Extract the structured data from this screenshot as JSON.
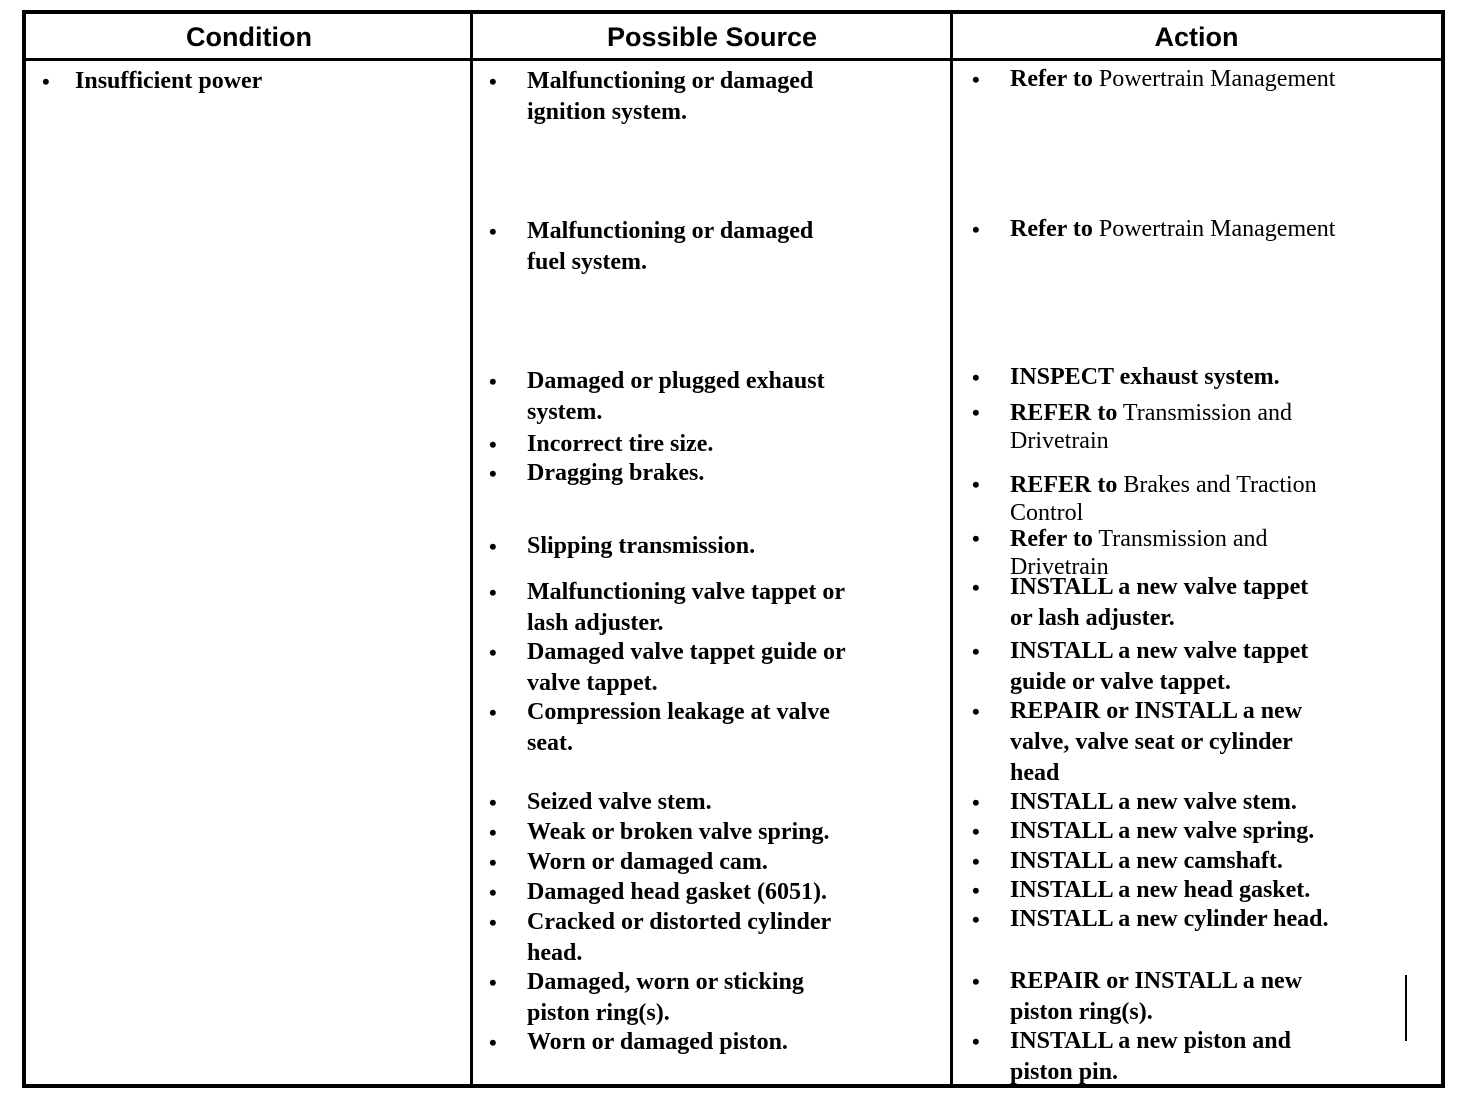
{
  "glyphs": {
    "bullet": "•"
  },
  "table": {
    "columns": {
      "condition": {
        "header": "Condition",
        "items": [
          {
            "bold": "Insufficient power",
            "rest": ""
          }
        ]
      },
      "source": {
        "header": "Possible Source",
        "items": [
          {
            "bold": "Malfunctioning or damaged\nignition system.",
            "rest": ""
          },
          {
            "bold": "Malfunctioning or damaged\nfuel system.",
            "rest": ""
          },
          {
            "bold": "Damaged or plugged exhaust\nsystem.",
            "rest": ""
          },
          {
            "bold": "Incorrect tire size.",
            "rest": ""
          },
          {
            "bold": "Dragging brakes.",
            "rest": ""
          },
          {
            "bold": "Slipping transmission.",
            "rest": ""
          },
          {
            "bold": "Malfunctioning valve tappet or\nlash adjuster.",
            "rest": ""
          },
          {
            "bold": "Damaged valve tappet guide or\nvalve tappet.",
            "rest": ""
          },
          {
            "bold": "Compression leakage at valve\nseat.",
            "rest": ""
          },
          {
            "bold": "Seized valve stem.",
            "rest": ""
          },
          {
            "bold": "Weak or broken valve spring.",
            "rest": ""
          },
          {
            "bold": "Worn or damaged cam.",
            "rest": ""
          },
          {
            "bold": "Damaged head gasket (6051).",
            "rest": ""
          },
          {
            "bold": "Cracked or distorted cylinder\nhead.",
            "rest": ""
          },
          {
            "bold": "Damaged, worn or sticking\npiston ring(s).",
            "rest": ""
          },
          {
            "bold": "Worn or damaged piston.",
            "rest": ""
          }
        ]
      },
      "action": {
        "header": "Action",
        "items": [
          {
            "bold": "Refer to",
            "rest": " Powertrain Management"
          },
          {
            "bold": "Refer to",
            "rest": " Powertrain Management"
          },
          {
            "bold": "INSPECT exhaust system.",
            "rest": ""
          },
          {
            "bold": "REFER to",
            "rest": " Transmission and\nDrivetrain"
          },
          {
            "bold": "REFER to",
            "rest": " Brakes and Traction\nControl"
          },
          {
            "bold": "Refer to",
            "rest": " Transmission and\nDrivetrain"
          },
          {
            "bold": "INSTALL a new valve tappet\nor lash adjuster.",
            "rest": ""
          },
          {
            "bold": "INSTALL a new valve tappet\nguide or valve tappet.",
            "rest": ""
          },
          {
            "bold": "REPAIR or INSTALL a new\nvalve, valve seat or cylinder\nhead",
            "rest": ""
          },
          {
            "bold": "INSTALL a new valve stem.",
            "rest": ""
          },
          {
            "bold": "INSTALL a new valve spring.",
            "rest": ""
          },
          {
            "bold": "INSTALL a new camshaft.",
            "rest": ""
          },
          {
            "bold": "INSTALL a new head gasket.",
            "rest": ""
          },
          {
            "bold": "INSTALL a new cylinder head.",
            "rest": ""
          },
          {
            "bold": "REPAIR or INSTALL a new\npiston ring(s).",
            "rest": ""
          },
          {
            "bold": "INSTALL a new piston and\npiston pin.",
            "rest": ""
          }
        ]
      }
    }
  }
}
